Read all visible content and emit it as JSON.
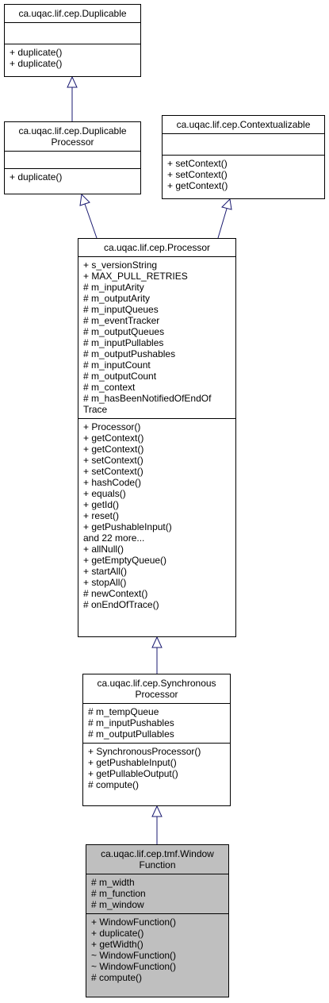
{
  "classes": {
    "duplicable": {
      "title": [
        "ca.uqac.lif.cep.Duplicable"
      ],
      "attributes": [],
      "methods": [
        "+ duplicate()",
        "+ duplicate()"
      ]
    },
    "duplicable_processor": {
      "title": [
        "ca.uqac.lif.cep.Duplicable",
        "Processor"
      ],
      "attributes": [],
      "methods": [
        "+ duplicate()"
      ]
    },
    "contextualizable": {
      "title": [
        "ca.uqac.lif.cep.Contextualizable"
      ],
      "attributes": [],
      "methods": [
        "+ setContext()",
        "+ setContext()",
        "+ getContext()"
      ]
    },
    "processor": {
      "title": [
        "ca.uqac.lif.cep.Processor"
      ],
      "attributes": [
        "+ s_versionString",
        "+ MAX_PULL_RETRIES",
        "# m_inputArity",
        "# m_outputArity",
        "# m_inputQueues",
        "# m_eventTracker",
        "# m_outputQueues",
        "# m_inputPullables",
        "# m_outputPushables",
        "# m_inputCount",
        "# m_outputCount",
        "# m_context",
        "# m_hasBeenNotifiedOfEndOf",
        "Trace"
      ],
      "methods": [
        "+ Processor()",
        "+ getContext()",
        "+ getContext()",
        "+ setContext()",
        "+ setContext()",
        "+ hashCode()",
        "+ equals()",
        "+ getId()",
        "+ reset()",
        "+ getPushableInput()",
        "and 22 more...",
        "+ allNull()",
        "+ getEmptyQueue()",
        "+ startAll()",
        "+ stopAll()",
        "# newContext()",
        "# onEndOfTrace()"
      ]
    },
    "synchronous_processor": {
      "title": [
        "ca.uqac.lif.cep.Synchronous",
        "Processor"
      ],
      "attributes": [
        "# m_tempQueue",
        "# m_inputPushables",
        "# m_outputPullables"
      ],
      "methods": [
        "+ SynchronousProcessor()",
        "+ getPushableInput()",
        "+ getPullableOutput()",
        "# compute()"
      ]
    },
    "window_function": {
      "title": [
        "ca.uqac.lif.cep.tmf.Window",
        "Function"
      ],
      "attributes": [
        "# m_width",
        "# m_function",
        "# m_window"
      ],
      "methods": [
        "+ WindowFunction()",
        "+ duplicate()",
        "+ getWidth()",
        "~ WindowFunction()",
        "~ WindowFunction()",
        "# compute()"
      ]
    }
  },
  "colors": {
    "edge": "#191970",
    "highlight_fill": "#bfbfbf"
  }
}
